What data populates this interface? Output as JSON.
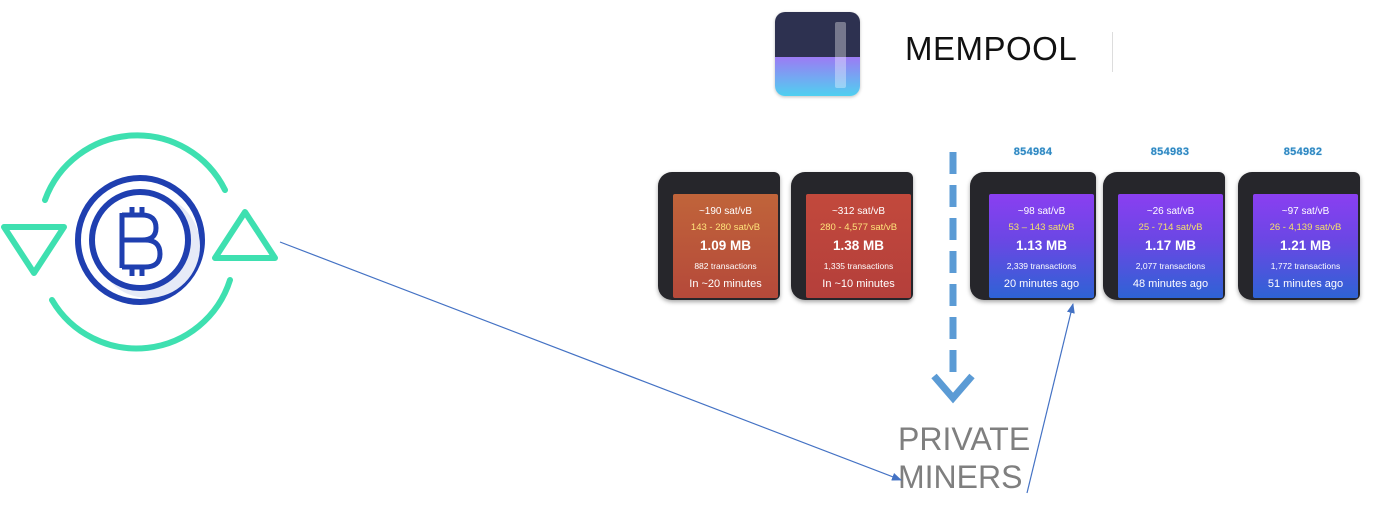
{
  "header": {
    "title": "MEMPOOL"
  },
  "blocks": [
    {
      "kind": "pending",
      "fee": "~190 sat/vB",
      "range": "143 - 280 sat/vB",
      "size": "1.09 MB",
      "tx": "882 transactions",
      "time": "In ~20 minutes",
      "number": ""
    },
    {
      "kind": "pending",
      "fee": "~312 sat/vB",
      "range": "280 - 4,577 sat/vB",
      "size": "1.38 MB",
      "tx": "1,335 transactions",
      "time": "In ~10 minutes",
      "number": ""
    },
    {
      "kind": "mined",
      "fee": "~98 sat/vB",
      "range": "53 – 143 sat/vB",
      "size": "1.13 MB",
      "tx": "2,339 transactions",
      "time": "20 minutes ago",
      "number": "854984"
    },
    {
      "kind": "mined",
      "fee": "~26 sat/vB",
      "range": "25 - 714 sat/vB",
      "size": "1.17 MB",
      "tx": "2,077 transactions",
      "time": "48 minutes ago",
      "number": "854983"
    },
    {
      "kind": "mined",
      "fee": "~97 sat/vB",
      "range": "26 - 4,139 sat/vB",
      "size": "1.21 MB",
      "tx": "1,772 transactions",
      "time": "51 minutes ago",
      "number": "854982"
    }
  ],
  "private": {
    "line1": "PRIVATE",
    "line2": "MINERS"
  },
  "colors": {
    "cycle": "#3ee0b0",
    "bitcoin": "#1f3fb0",
    "arrow": "#4472c4",
    "dashed": "#5b9bd5",
    "pending": "#c0643a",
    "mined": "#6a47e4"
  },
  "icons": {
    "bitcoin": "bitcoin-cycle-icon",
    "logo": "mempool-logo-icon"
  }
}
